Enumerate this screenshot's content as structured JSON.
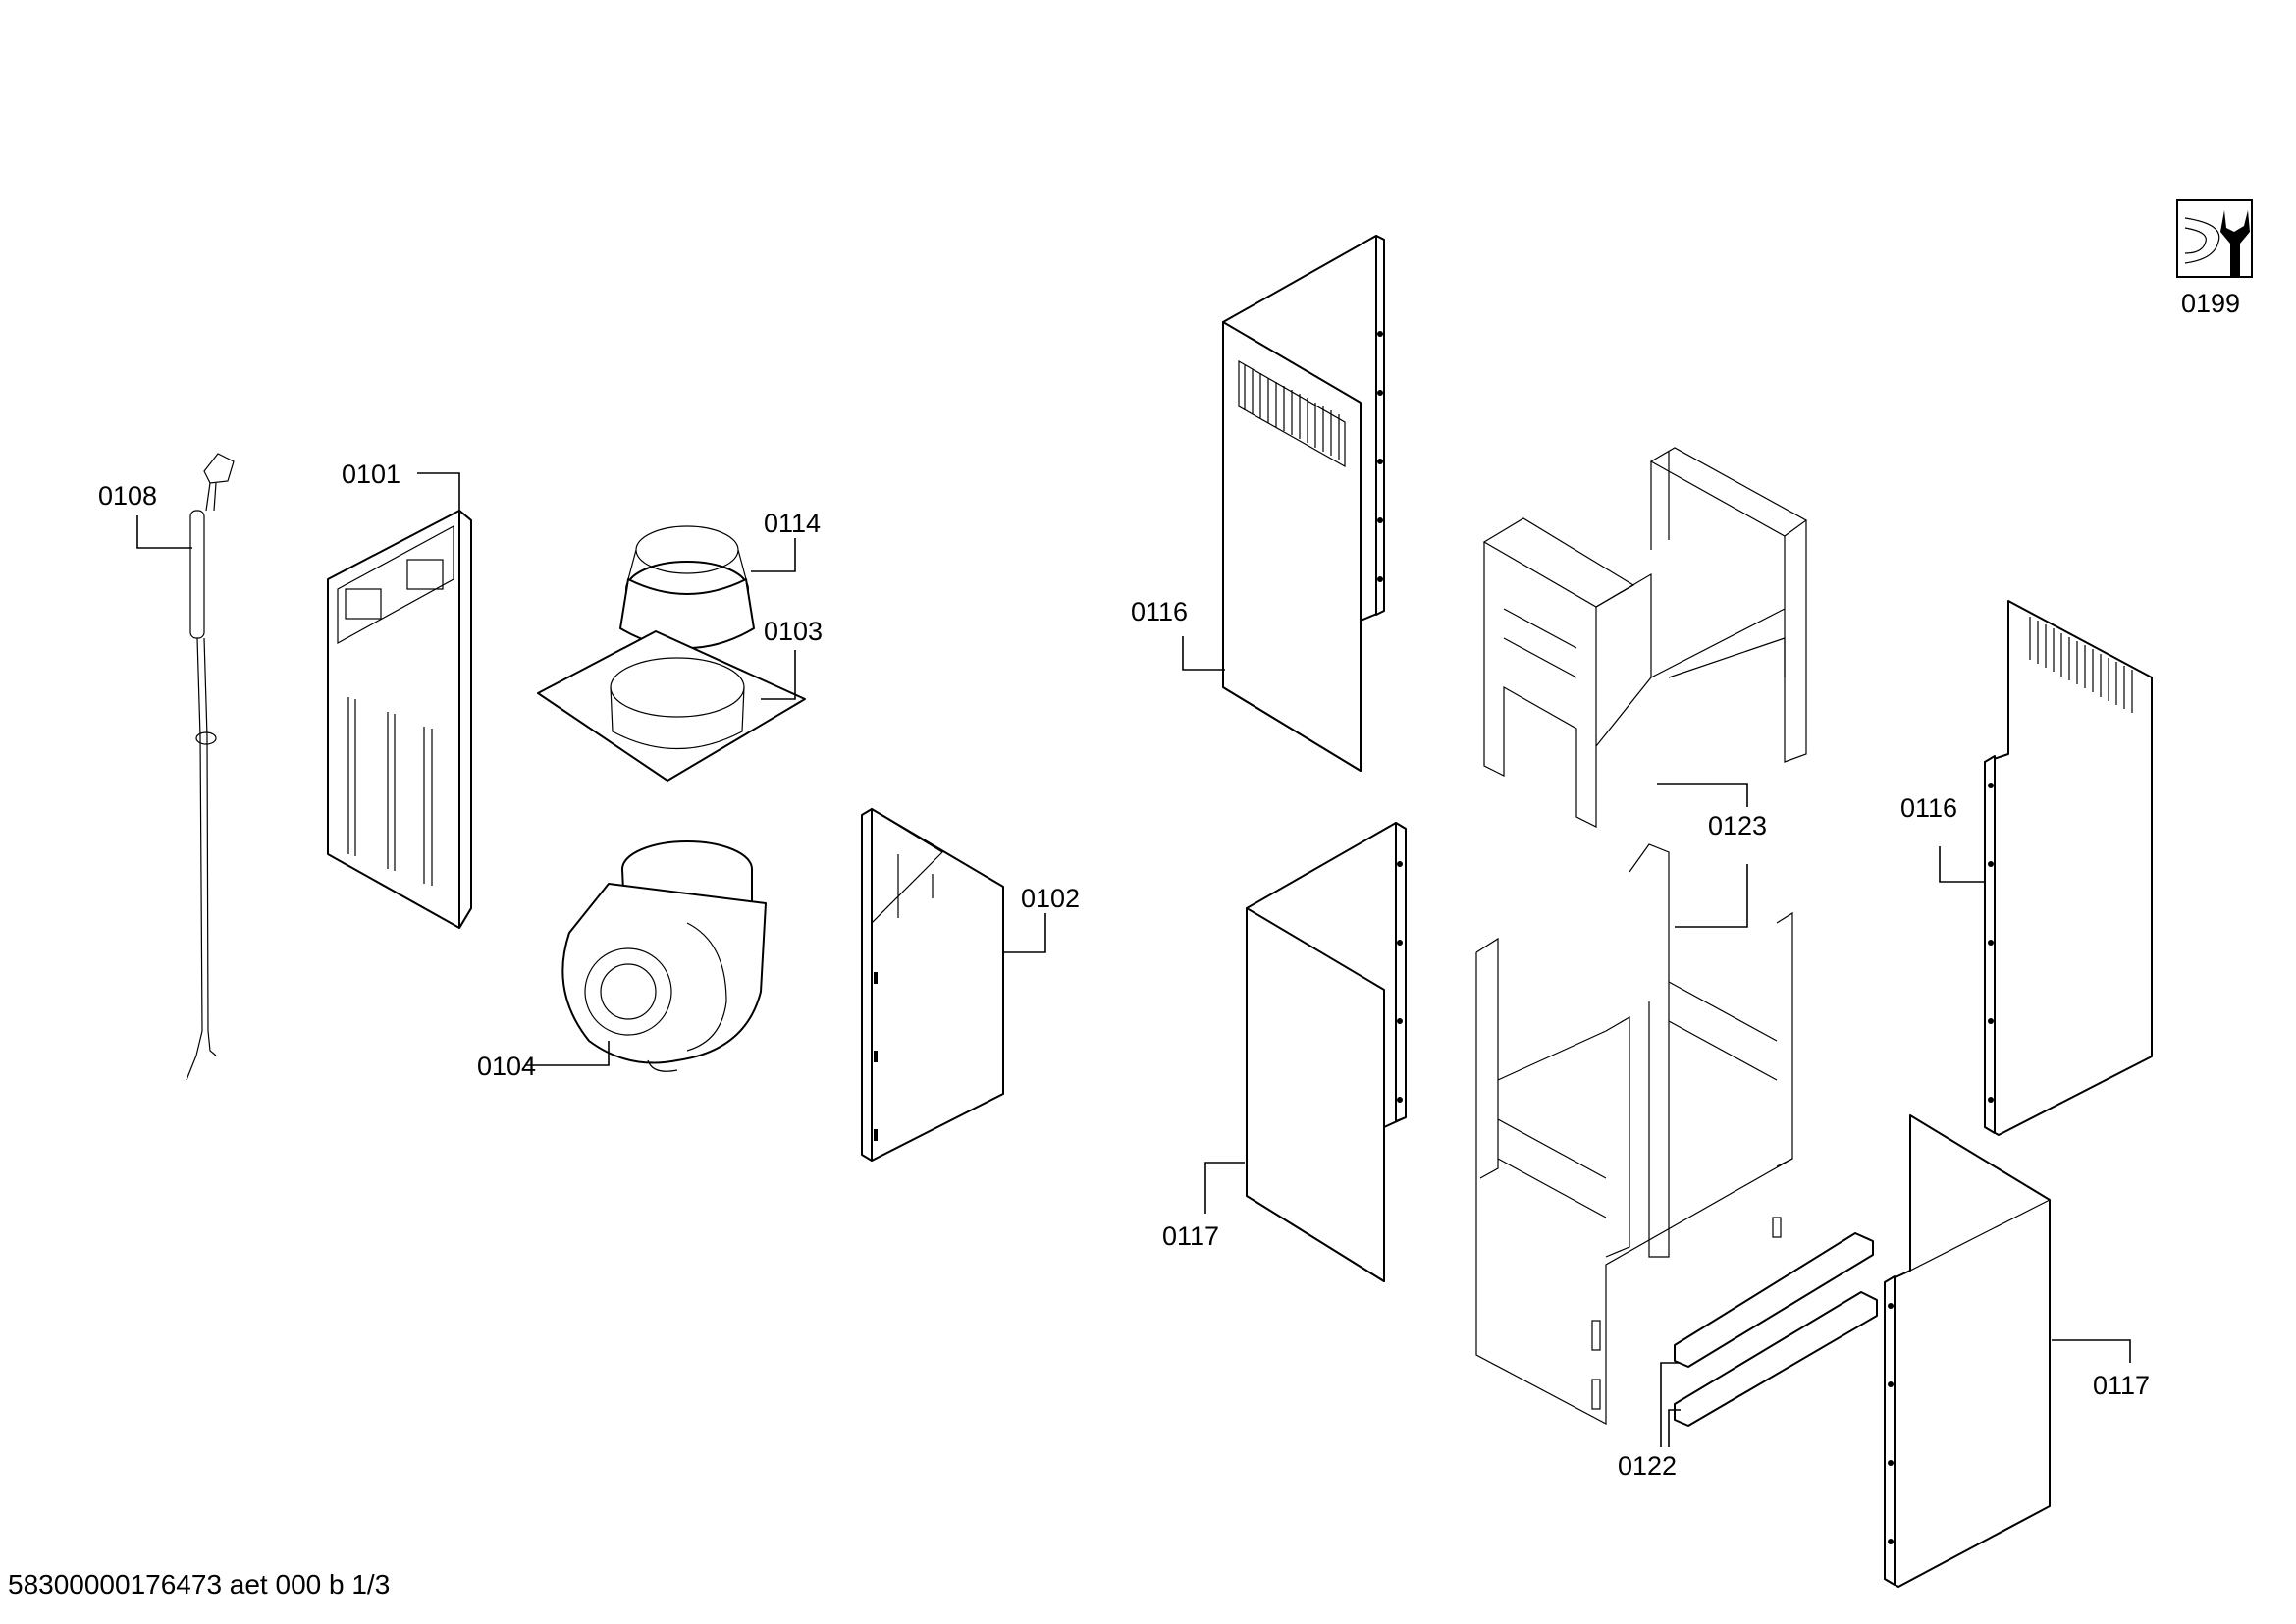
{
  "labels": {
    "p0101": "0101",
    "p0102": "0102",
    "p0103": "0103",
    "p0104": "0104",
    "p0108": "0108",
    "p0114": "0114",
    "p0116a": "0116",
    "p0116b": "0116",
    "p0117a": "0117",
    "p0117b": "0117",
    "p0122": "0122",
    "p0123": "0123",
    "p0199": "0199"
  },
  "footer": "58300000176473 aet 000 b 1/3",
  "icons": {
    "service": "wrench-service-icon"
  }
}
